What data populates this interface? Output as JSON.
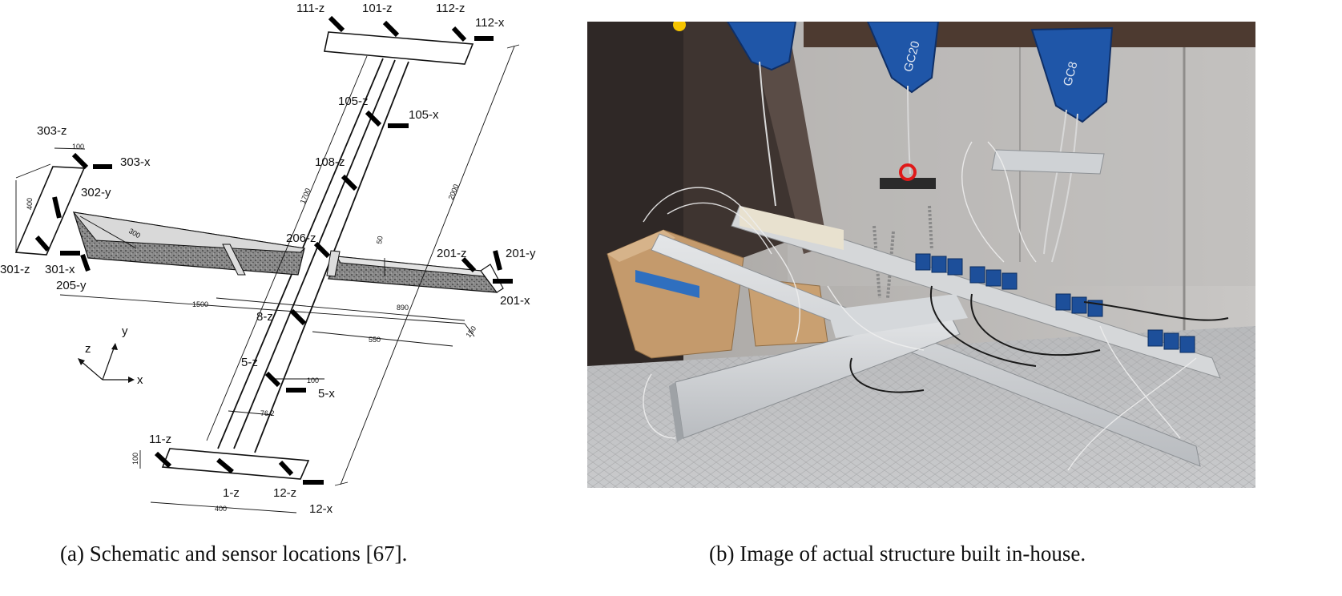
{
  "figure": {
    "captions": {
      "a": "(a) Schematic and sensor locations [67].",
      "b": "(b) Image of actual structure built in-house."
    }
  },
  "schematic": {
    "sensor_labels": [
      "111-z",
      "101-z",
      "112-z",
      "112-x",
      "105-z",
      "105-x",
      "303-z",
      "303-x",
      "108-z",
      "302-y",
      "301-z",
      "301-x",
      "205-y",
      "206-z",
      "201-z",
      "201-y",
      "201-x",
      "8-z",
      "5-z",
      "5-x",
      "11-z",
      "1-z",
      "12-z",
      "12-x"
    ],
    "dimensions": [
      "100",
      "400",
      "300",
      "1700",
      "2000",
      "50",
      "1500",
      "890",
      "550",
      "150",
      "100",
      "76.2",
      "100",
      "400"
    ],
    "axes": [
      "z",
      "y",
      "x"
    ]
  },
  "photo": {
    "hoist_markings": [
      "GC20",
      "GC8"
    ]
  }
}
